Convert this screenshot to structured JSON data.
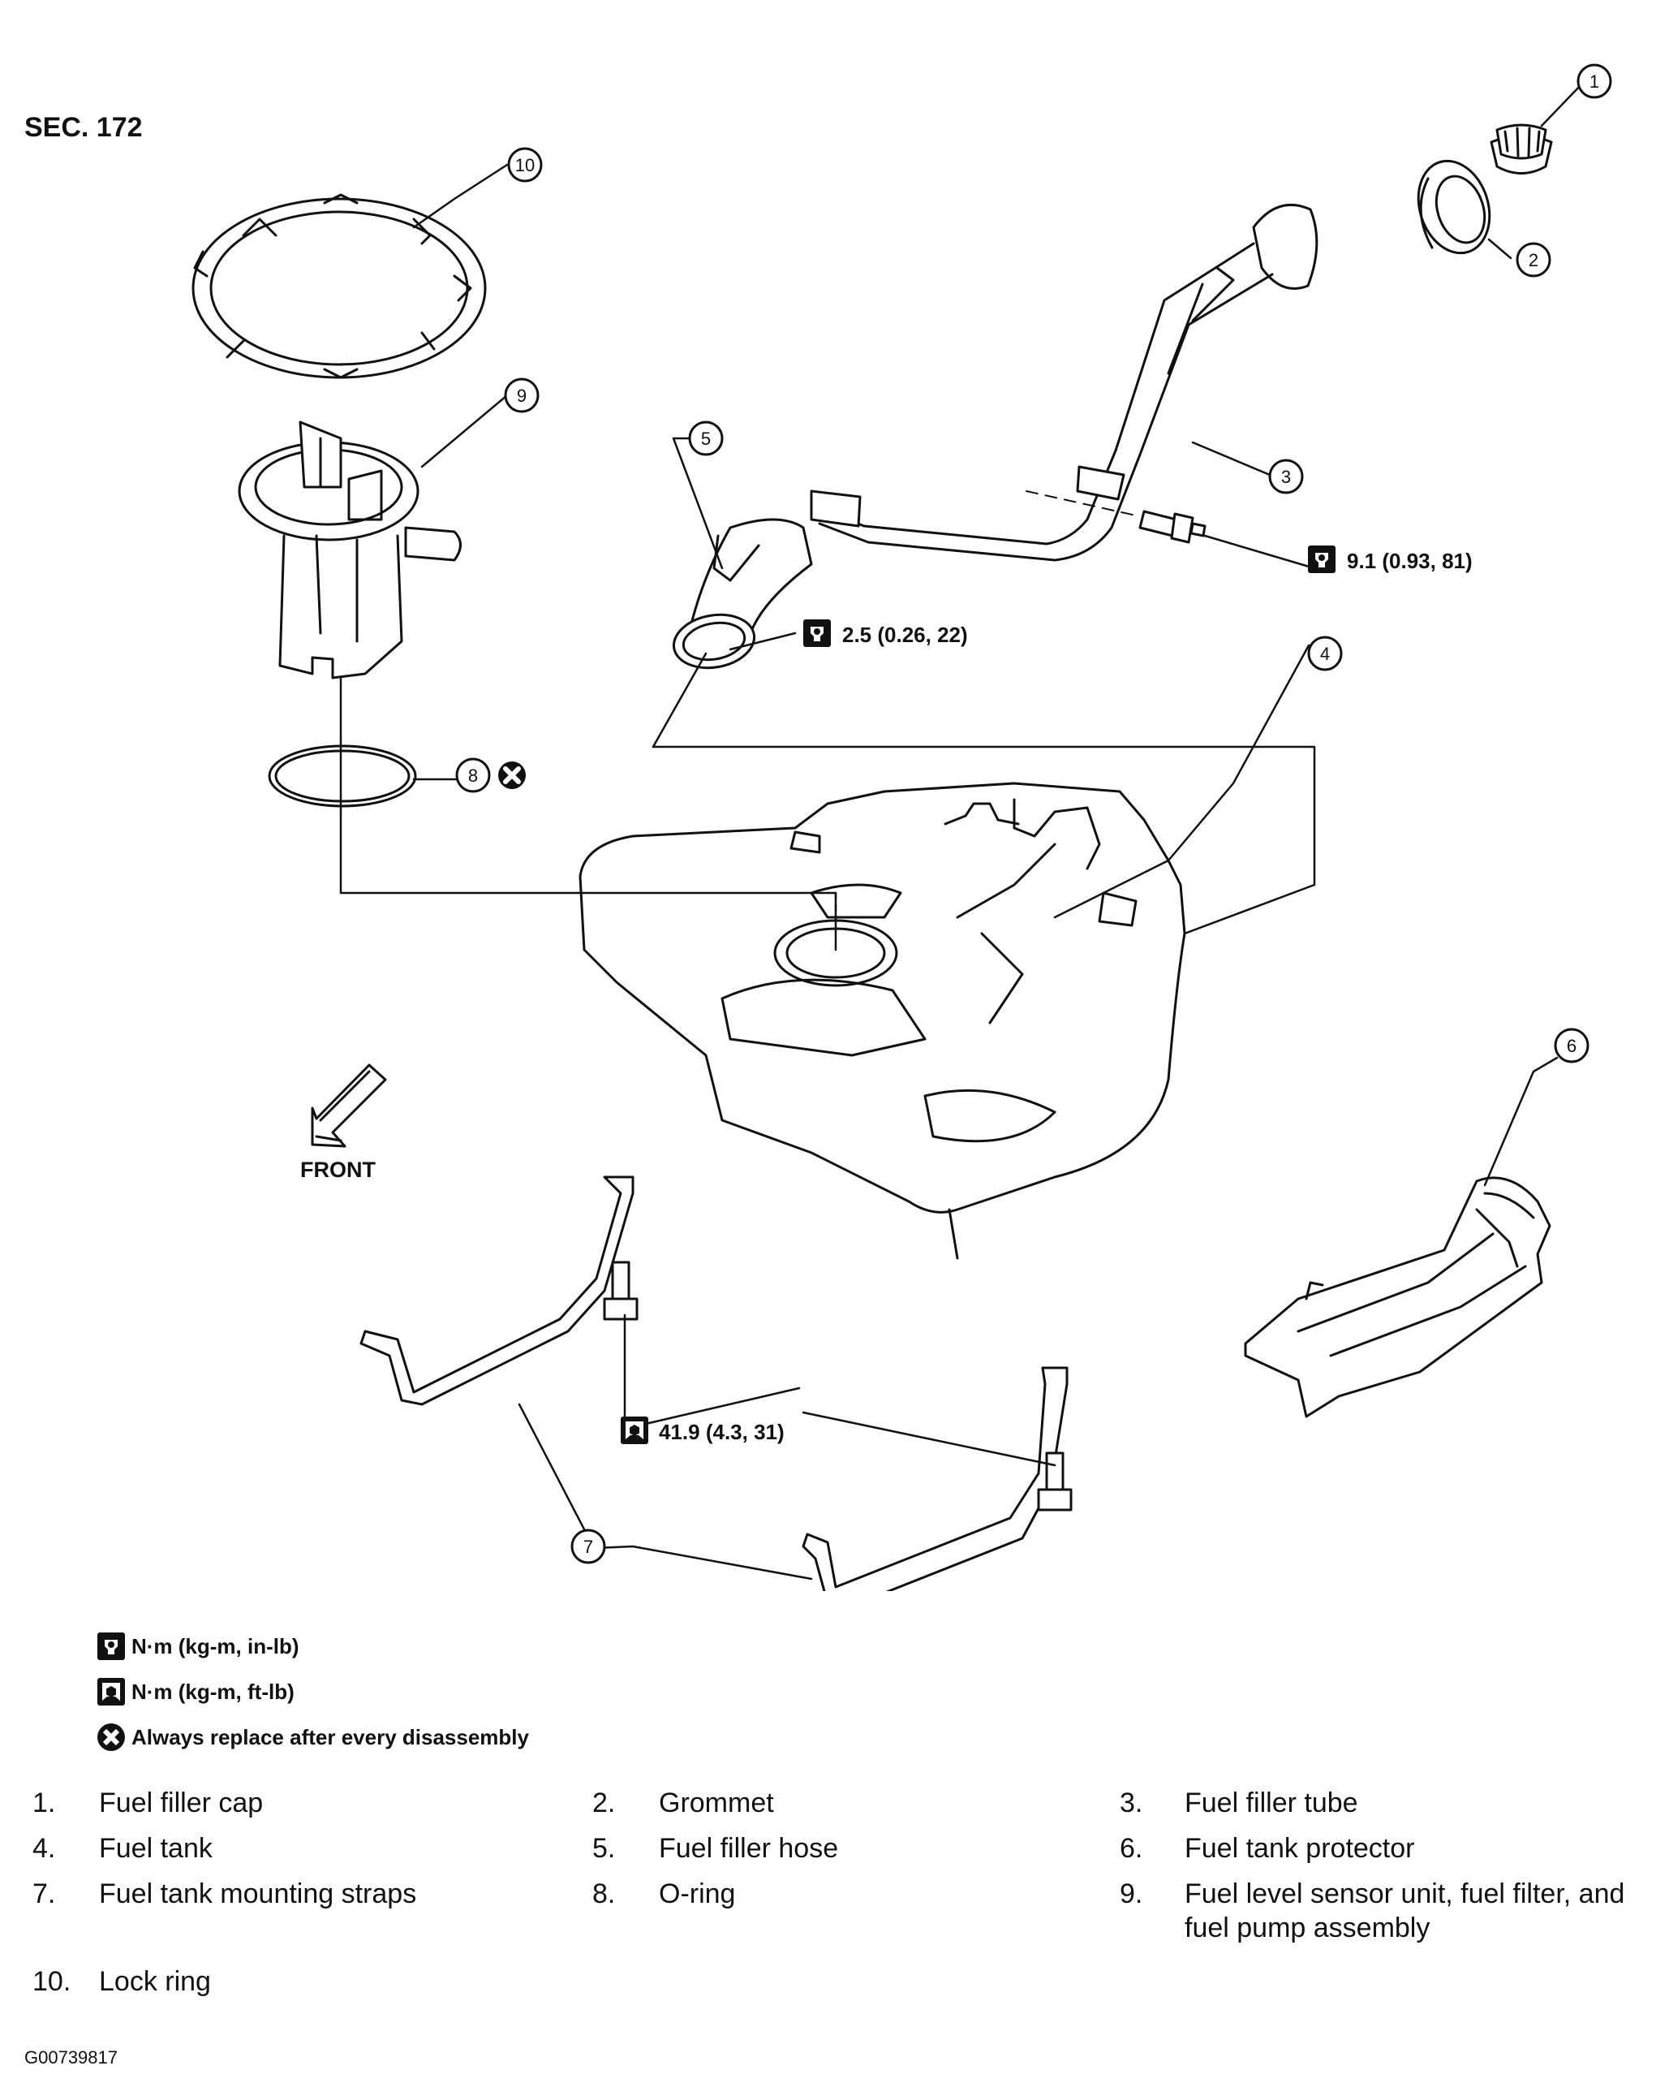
{
  "section_label": "SEC. 172",
  "callouts": [
    "1",
    "2",
    "3",
    "4",
    "5",
    "6",
    "7",
    "8",
    "9",
    "10"
  ],
  "torque_specs": {
    "fuel_tube_bolt": "9.1 (0.93, 81)",
    "hose_clamp": "2.5 (0.26, 22)",
    "strap_bolt": "41.9 (4.3, 31)"
  },
  "front_label": "FRONT",
  "legend": {
    "torque_in_lb": "N·m (kg-m, in-lb)",
    "torque_ft_lb": "N·m (kg-m, ft-lb)",
    "always_replace": "Always replace after every disassembly"
  },
  "parts": [
    {
      "num": "1.",
      "name": "Fuel filler cap"
    },
    {
      "num": "2.",
      "name": "Grommet"
    },
    {
      "num": "3.",
      "name": "Fuel filler tube"
    },
    {
      "num": "4.",
      "name": "Fuel tank"
    },
    {
      "num": "5.",
      "name": "Fuel filler hose"
    },
    {
      "num": "6.",
      "name": "Fuel tank protector"
    },
    {
      "num": "7.",
      "name": "Fuel tank mounting straps"
    },
    {
      "num": "8.",
      "name": "O-ring"
    },
    {
      "num": "9.",
      "name": "Fuel level sensor unit, fuel filter, and fuel pump assembly"
    },
    {
      "num": "10.",
      "name": "Lock ring"
    }
  ],
  "figure_id": "G00739817"
}
